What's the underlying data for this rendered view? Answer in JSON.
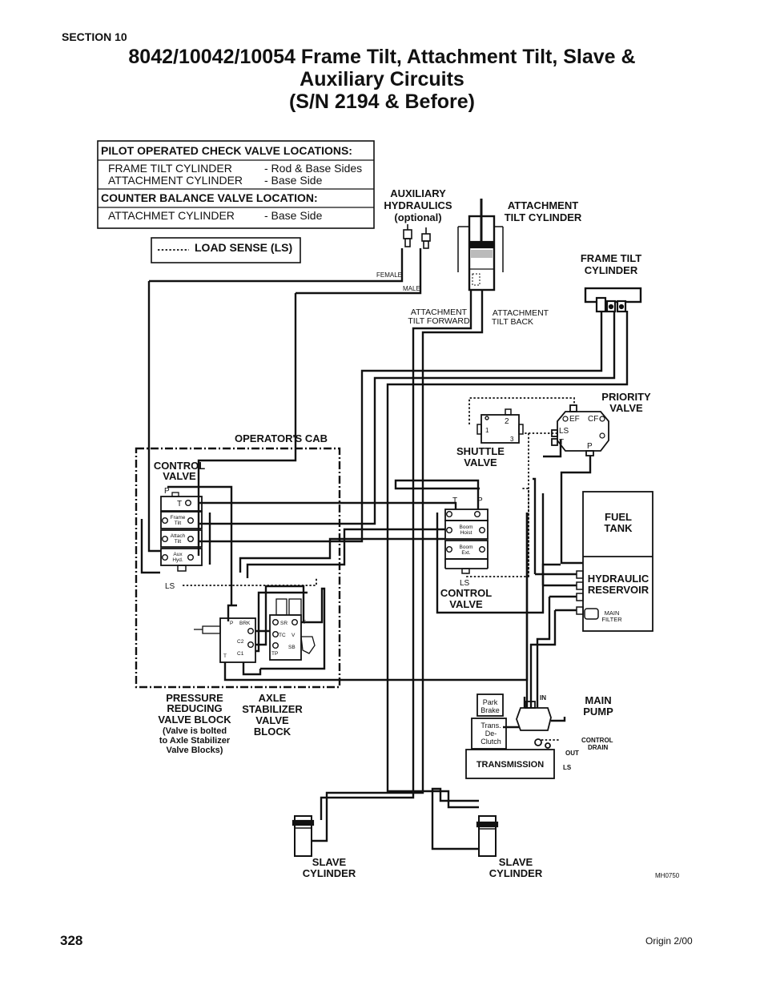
{
  "section": "SECTION 10",
  "title": {
    "line1": "8042/10042/10054 Frame Tilt, Attachment Tilt, Slave &",
    "line2": "Auxiliary Circuits",
    "line3": "(S/N 2194 & Before)"
  },
  "legend_table": {
    "pilot_header": "PILOT OPERATED CHECK VALVE LOCATIONS:",
    "rows": [
      {
        "item": "FRAME TILT CYLINDER",
        "location": "- Rod & Base Sides"
      },
      {
        "item": "ATTACHMENT CYLINDER",
        "location": "- Base Side"
      }
    ],
    "counter_header": "COUNTER BALANCE VALVE LOCATION:",
    "counter_rows": [
      {
        "item": "ATTACHMET CYLINDER",
        "location": "- Base Side"
      }
    ]
  },
  "load_sense_legend": "LOAD SENSE (LS)",
  "labels": {
    "aux_hydraulics": [
      "AUXILIARY",
      "HYDRAULICS",
      "(optional)"
    ],
    "female": "FEMALE",
    "male": "MALE",
    "attachment_tilt_cylinder": [
      "ATTACHMENT",
      "TILT  CYLINDER"
    ],
    "frame_tilt_cylinder": [
      "FRAME TILT",
      "CYLINDER"
    ],
    "attach_tilt_forward": [
      "ATTACHMENT",
      "TILT FORWARD"
    ],
    "attach_tilt_back": [
      "ATTACHMENT",
      "TILT BACK"
    ],
    "priority_valve": [
      "PRIORITY",
      "VALVE"
    ],
    "shuttle_valve": [
      "SHUTTLE",
      "VALVE"
    ],
    "operators_cab": "OPERATOR'S  CAB",
    "control_valve_left": [
      "CONTROL",
      "VALVE"
    ],
    "control_valve_right": [
      "CONTROL",
      "VALVE"
    ],
    "fuel_tank": [
      "FUEL",
      "TANK"
    ],
    "hydraulic_reservoir": [
      "HYDRAULIC",
      "RESERVOIR"
    ],
    "main_filter": [
      "MAIN",
      "FILTER"
    ],
    "pressure_reducing": [
      "PRESSURE",
      "REDUCING",
      "VALVE BLOCK",
      "(Valve is bolted",
      "to Axle Stabilizer",
      "Valve Blocks)"
    ],
    "axle_stabilizer": [
      "AXLE",
      "STABILIZER",
      "VALVE",
      "BLOCK"
    ],
    "main_pump": [
      "MAIN",
      "PUMP"
    ],
    "park_brake": [
      "Park",
      "Brake"
    ],
    "trans_declutch": [
      "Trans.",
      "De-",
      "Clutch"
    ],
    "transmission": "TRANSMISSION",
    "control_drain": [
      "CONTROL",
      "DRAIN"
    ],
    "in": "IN",
    "out": "OUT",
    "ls": "LS",
    "slave_left": [
      "SLAVE",
      "CYLINDER"
    ],
    "slave_right": [
      "SLAVE",
      "CYLINDER"
    ],
    "drawing_no": "MH0750",
    "cv_left_sections": [
      [
        "Frame",
        "Tilt"
      ],
      [
        "Attach",
        "Tilt"
      ],
      [
        "Aux",
        "Hyd."
      ]
    ],
    "cv_right_sections": [
      [
        "Boom",
        "Hoist"
      ],
      [
        "Boom",
        "Ext."
      ]
    ],
    "ports": {
      "p": "P",
      "t": "T",
      "ls": "LS",
      "ef": "EF",
      "cf": "CF",
      "one": "1",
      "two": "2",
      "three": "3",
      "brk": "BRK",
      "c1": "C1",
      "c2": "C2",
      "sr": "SR",
      "tc": "TC",
      "sb": "SB",
      "tp": "TP",
      "v": "V"
    }
  },
  "page_number": "328",
  "origin": "Origin 2/00"
}
